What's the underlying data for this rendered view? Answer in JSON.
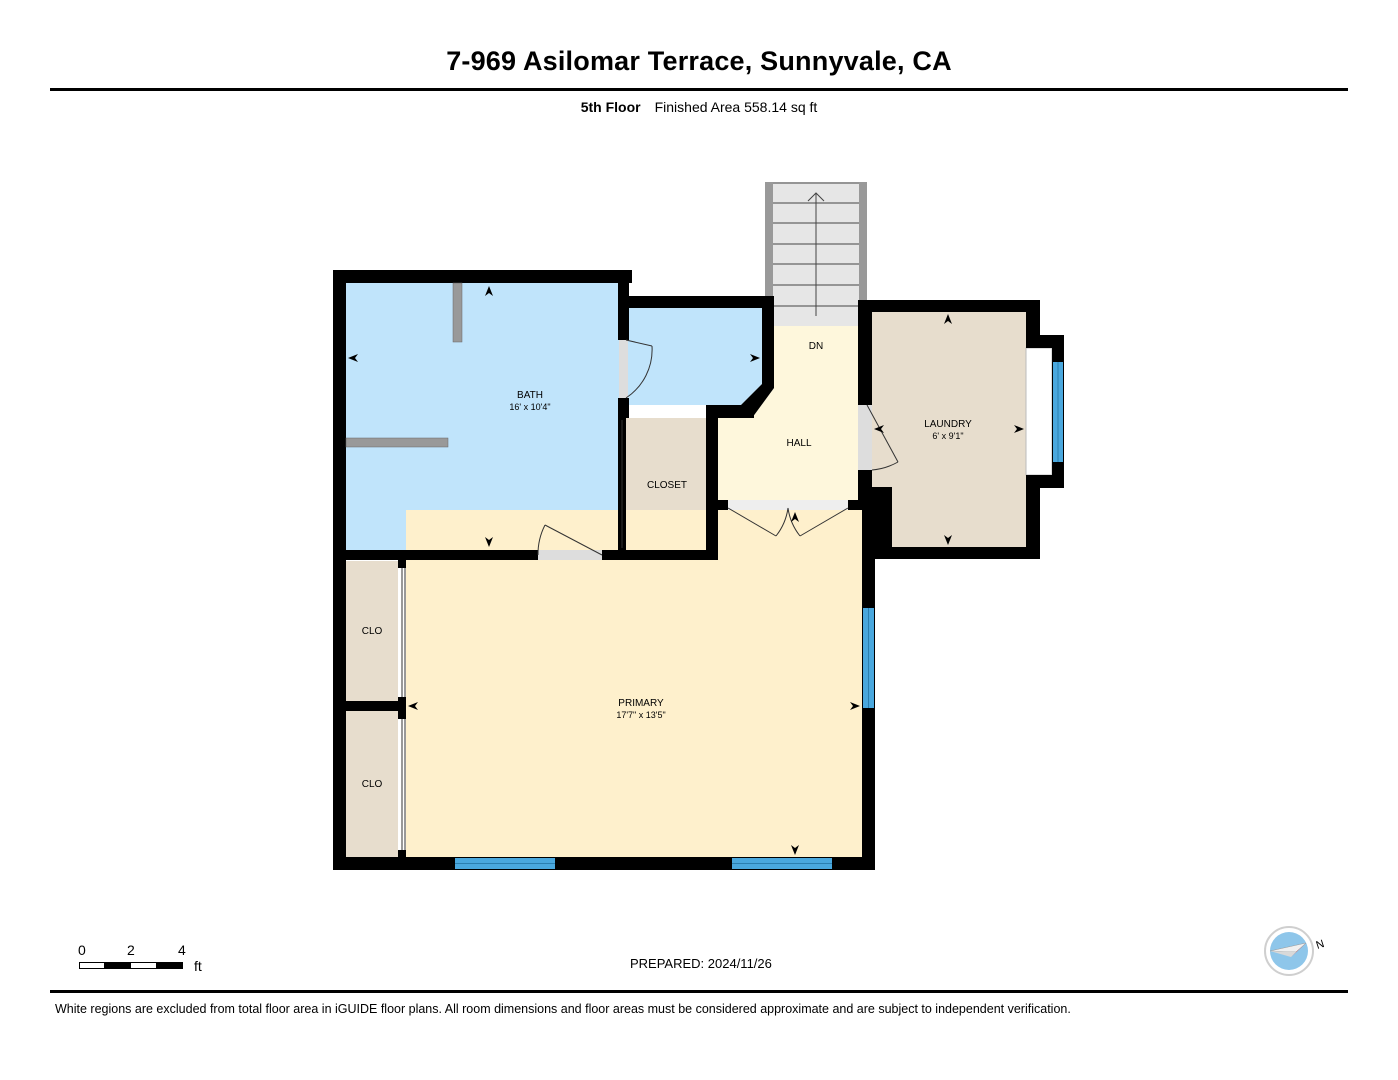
{
  "header": {
    "title": "7-969 Asilomar Terrace, Sunnyvale, CA",
    "floor_name": "5th Floor",
    "finished_area": "Finished Area 558.14 sq ft"
  },
  "rooms": {
    "bath": {
      "name": "BATH",
      "dims": "16' x 10'4\""
    },
    "closet": {
      "name": "CLOSET"
    },
    "hall": {
      "name": "HALL"
    },
    "stairs": {
      "name": "DN"
    },
    "laundry": {
      "name": "LAUNDRY",
      "dims": "6' x 9'1\""
    },
    "primary": {
      "name": "PRIMARY",
      "dims": "17'7\" x 13'5\""
    },
    "clo_top": {
      "name": "CLO"
    },
    "clo_bottom": {
      "name": "CLO"
    }
  },
  "scale_bar": {
    "ticks": [
      "0",
      "2",
      "4"
    ],
    "unit": "ft"
  },
  "footer": {
    "prepared": "PREPARED: 2024/11/26",
    "compass_label": "N",
    "disclaimer": "White regions are excluded from total floor area in iGUIDE floor plans. All room dimensions and floor areas must be considered approximate and are subject to independent verification."
  },
  "colors": {
    "bath": "#c0e4fb",
    "closet": "#e7ddcd",
    "hall": "#fef7dc",
    "primary": "#fef0cc",
    "laundry": "#e7ddcd",
    "wall": "#000000",
    "window": "#4aa8de",
    "stairs": "#e6e6e6"
  }
}
